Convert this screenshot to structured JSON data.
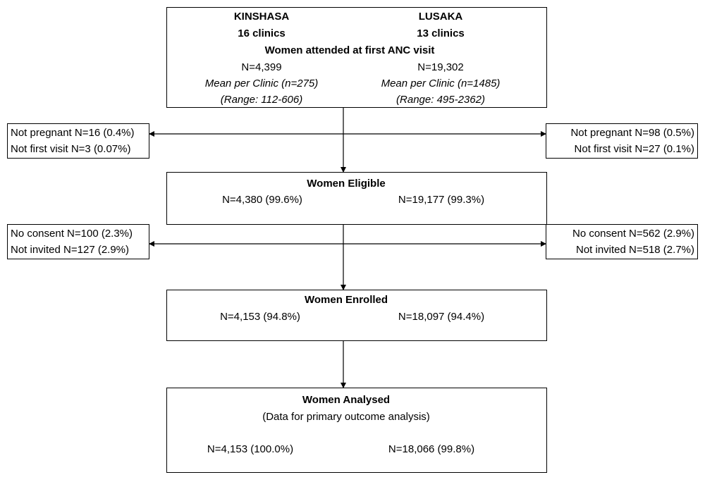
{
  "top": {
    "kinshasa_name": "KINSHASA",
    "kinshasa_clinics": "16 clinics",
    "lusaka_name": "LUSAKA",
    "lusaka_clinics": "13 clinics",
    "title": "Women attended at first ANC visit",
    "kinshasa_n": "N=4,399",
    "kinshasa_mean": "Mean per Clinic (n=275)",
    "kinshasa_range": "(Range: 112-606)",
    "lusaka_n": "N=19,302",
    "lusaka_mean": "Mean per Clinic (n=1485)",
    "lusaka_range": "(Range: 495-2362)"
  },
  "excl1": {
    "left_line1": "Not pregnant N=16 (0.4%)",
    "left_line2": "Not  first visit N=3 (0.07%)",
    "right_line1": "Not pregnant N=98 (0.5%)",
    "right_line2": "Not  first visit N=27 (0.1%)"
  },
  "eligible": {
    "title": "Women Eligible",
    "kinshasa": "N=4,380 (99.6%)",
    "lusaka": "N=19,177 (99.3%)"
  },
  "excl2": {
    "left_line1": "No consent N=100 (2.3%)",
    "left_line2": "Not invited N=127 (2.9%)",
    "right_line1": "No consent N=562 (2.9%)",
    "right_line2": "Not invited N=518 (2.7%)"
  },
  "enrolled": {
    "title": "Women Enrolled",
    "kinshasa": "N=4,153 (94.8%)",
    "lusaka": "N=18,097 (94.4%)"
  },
  "analysed": {
    "title": "Women Analysed",
    "subtitle": "(Data for primary outcome analysis)",
    "kinshasa": "N=4,153 (100.0%)",
    "lusaka": "N=18,066 (99.8%)"
  }
}
